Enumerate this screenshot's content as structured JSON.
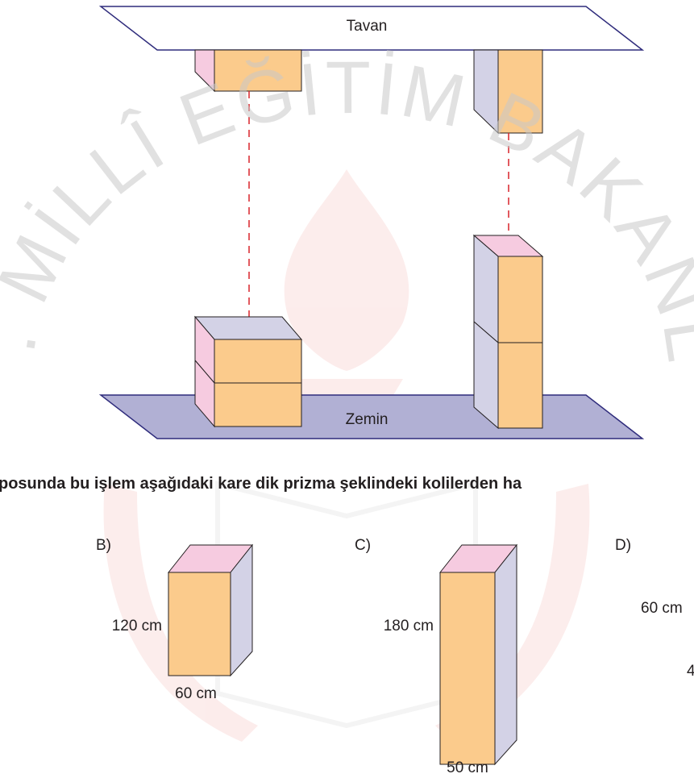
{
  "diagram": {
    "ceiling_label": "Tavan",
    "floor_label": "Zemin",
    "watermark_text": "T.C. MİLLÎ EĞİTİM BAKANLIĞI",
    "question_text": "posunda bu işlem aşağıdaki kare dik prizma şeklindeki kolilerden ha",
    "options": [
      {
        "letter": "B)",
        "height_label": "120 cm",
        "base_label": "60 cm"
      },
      {
        "letter": "C)",
        "height_label": "180 cm",
        "base_label": "50 cm"
      },
      {
        "letter": "D)",
        "height_label": "60 cm",
        "base_label": ""
      }
    ],
    "partial_label": "4"
  },
  "colors": {
    "box_front": "#fbcb8c",
    "box_side": "#d3d2e6",
    "box_top_pink": "#f6cbe0",
    "floor": "#b1b0d4",
    "outline": "#231f20",
    "plane_outline": "#2f2c7c",
    "dashed_line": "#d8232a",
    "emblem_red": "#e64b47"
  }
}
